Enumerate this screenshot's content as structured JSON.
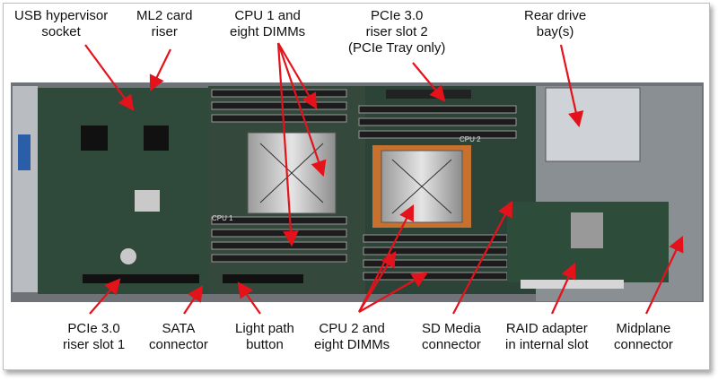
{
  "labels": {
    "usb": [
      "USB hypervisor",
      "socket"
    ],
    "ml2": [
      "ML2 card",
      "riser"
    ],
    "cpu1": [
      "CPU 1 and",
      "eight DIMMs"
    ],
    "pcie2": [
      "PCIe 3.0",
      "riser slot 2",
      "(PCIe Tray only)"
    ],
    "rear": [
      "Rear drive",
      "bay(s)"
    ],
    "pcie1": [
      "PCIe 3.0",
      "riser slot 1"
    ],
    "sata": [
      "SATA",
      "connector"
    ],
    "lightpath": [
      "Light path",
      "button"
    ],
    "cpu2": [
      "CPU 2 and",
      "eight DIMMs"
    ],
    "sd": [
      "SD Media",
      "connector"
    ],
    "raid": [
      "RAID adapter",
      "in internal slot"
    ],
    "midplane": [
      "Midplane",
      "connector"
    ]
  },
  "board_marks": {
    "cpu1": "CPU 1",
    "cpu2": "CPU 2"
  },
  "colors": {
    "arrow": "#e3121b",
    "board": "#2f4a3a",
    "copper": "#c8712e"
  }
}
